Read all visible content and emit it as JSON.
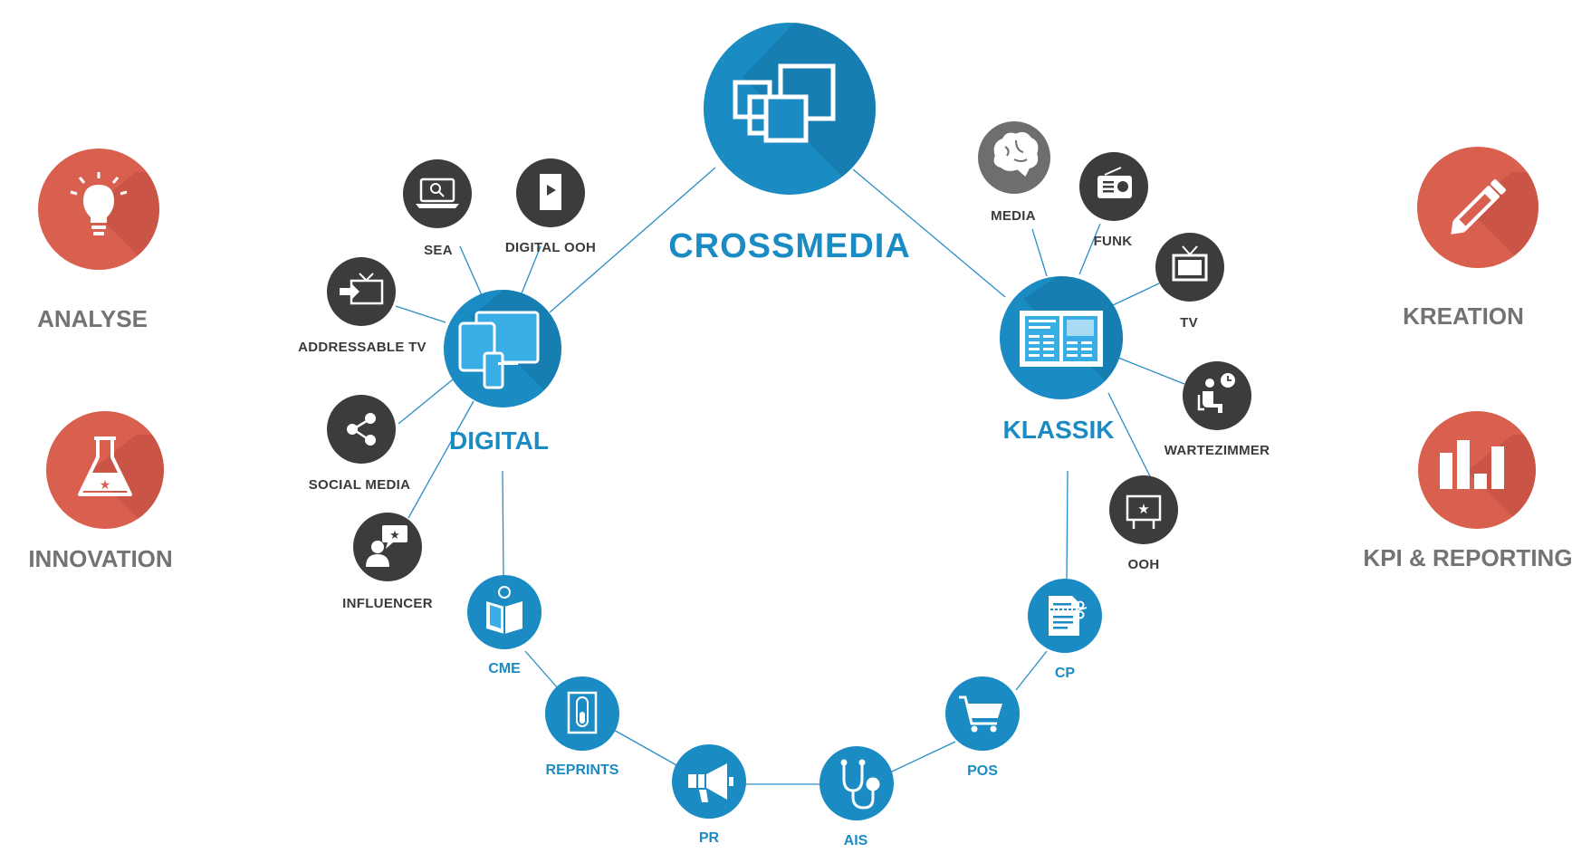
{
  "colors": {
    "blue": "#1b8bc4",
    "blue_light": "#39aee6",
    "dark": "#3c3c3c",
    "red": "#d9604f",
    "side_text": "#737373",
    "line": "#2a8ec6"
  },
  "center": {
    "label": "CROSSMEDIA",
    "icon": "linked-squares-icon"
  },
  "hubs": {
    "digital": {
      "label": "DIGITAL",
      "icon": "devices-icon"
    },
    "klassik": {
      "label": "KLASSIK",
      "icon": "newspaper-icon"
    }
  },
  "digital_items": [
    {
      "label": "SEA",
      "icon": "laptop-search-icon"
    },
    {
      "label": "DIGITAL OOH",
      "icon": "digital-signage-icon"
    },
    {
      "label": "ADDRESSABLE TV",
      "icon": "addressable-tv-icon"
    },
    {
      "label": "SOCIAL MEDIA",
      "icon": "share-icon"
    },
    {
      "label": "INFLUENCER",
      "icon": "influencer-icon"
    }
  ],
  "klassik_items": [
    {
      "label": "MEDIA",
      "icon": "brain-icon"
    },
    {
      "label": "FUNK",
      "icon": "radio-icon"
    },
    {
      "label": "TV",
      "icon": "tv-icon"
    },
    {
      "label": "WARTEZIMMER",
      "icon": "waiting-room-icon"
    },
    {
      "label": "OOH",
      "icon": "billboard-icon"
    }
  ],
  "arc_items": [
    {
      "label": "CME",
      "icon": "reader-icon"
    },
    {
      "label": "REPRINTS",
      "icon": "test-tube-icon"
    },
    {
      "label": "PR",
      "icon": "megaphone-icon"
    },
    {
      "label": "AIS",
      "icon": "stethoscope-icon"
    },
    {
      "label": "POS",
      "icon": "cart-icon"
    },
    {
      "label": "CP",
      "icon": "coupon-icon"
    }
  ],
  "side_left": [
    {
      "label": "ANALYSE",
      "icon": "lightbulb-icon"
    },
    {
      "label": "INNOVATION",
      "icon": "flask-icon"
    }
  ],
  "side_right": [
    {
      "label": "KREATION",
      "icon": "pencil-icon"
    },
    {
      "label": "KPI & REPORTING",
      "icon": "bar-chart-icon"
    }
  ]
}
